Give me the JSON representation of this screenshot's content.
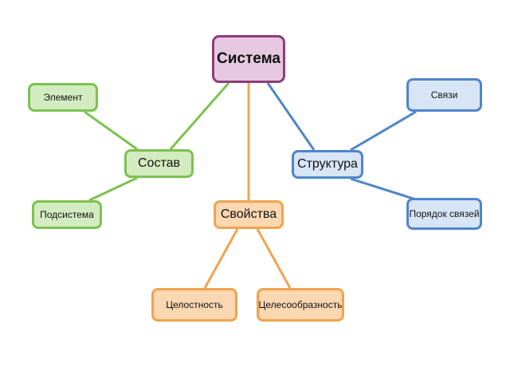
{
  "diagram": {
    "root": {
      "label": "Система"
    },
    "branches": {
      "composition": {
        "label": "Состав",
        "color": "#7cc24f",
        "children": [
          "Элемент",
          "Подсистема"
        ]
      },
      "structure": {
        "label": "Структура",
        "color": "#4f85c9",
        "children": [
          "Связи",
          "Порядок связей"
        ]
      },
      "properties": {
        "label": "Свойства",
        "color": "#f0a44e",
        "children": [
          "Целостность",
          "Целесообразность"
        ]
      }
    },
    "colors": {
      "root_border": "#8e3b7a",
      "root_fill": "#e6c9e0",
      "green_fill": "#d3ebc0",
      "blue_fill": "#d8e5f6",
      "orange_fill": "#fbd7b2"
    }
  }
}
